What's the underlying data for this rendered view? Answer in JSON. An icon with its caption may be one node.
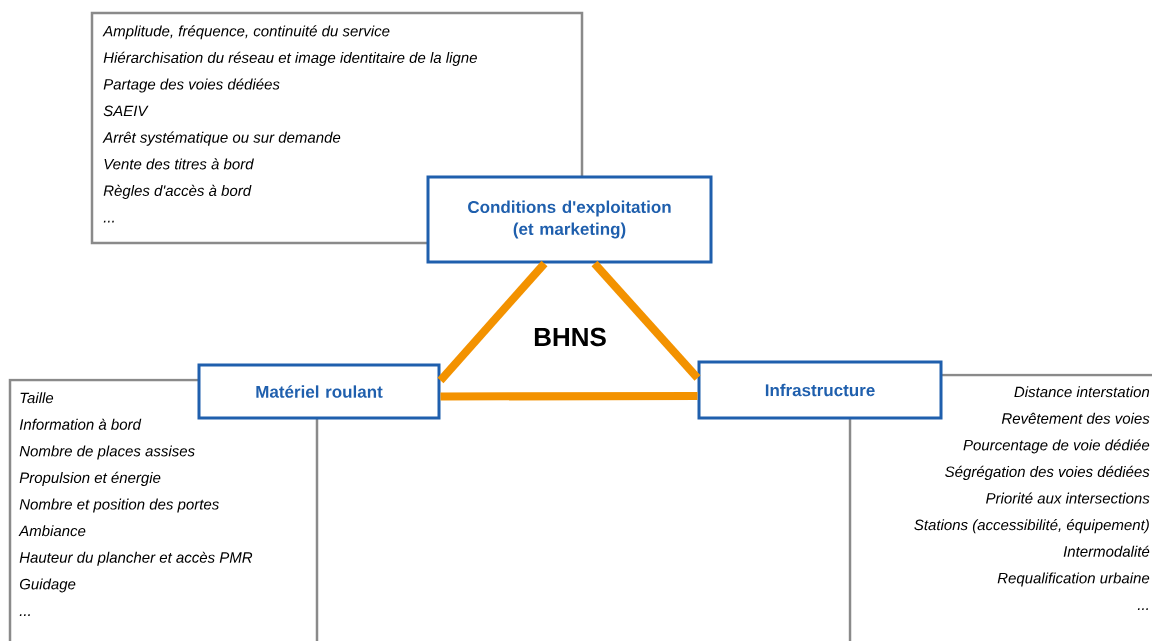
{
  "diagram": {
    "nodes": [
      {
        "text": [
          "Amplitude, fréquence, continuité du service",
          "Hiérarchisation du réseau et image identitaire de la ligne",
          "Partage des voies dédiées",
          "SAEIV",
          "Arrêt systématique ou sur demande",
          "Vente des titres à bord",
          "Règles d'accès à bord",
          "..."
        ]
      },
      {
        "text": [
          "Conditions d'exploitation (et marketing)"
        ]
      },
      {
        "text": [
          "Taille",
          "Information à bord",
          "Nombre de places assises",
          "Propulsion et énergie",
          "Nombre et position des portes",
          "Ambiance",
          "Hauteur du plancher et accès PMR",
          "Guidage",
          "..."
        ]
      },
      {
        "text": [
          "Matériel roulant"
        ]
      },
      {
        "text": [
          "Infrastructure"
        ]
      },
      {
        "text": [
          "Distance interstation",
          "Revêtement des voies",
          "Pourcentage de voie dédiée",
          "Ségrégation des voies dédiées",
          "Priorité aux intersections",
          "Stations (accessibilité, équipement)",
          "Intermodalité",
          "Requalification urbaine",
          "..."
        ]
      }
    ],
    "edges": [
      {
        "from": 1,
        "to": 3,
        "arrow": "none"
      },
      {
        "from": 3,
        "to": 4,
        "arrow": "none"
      },
      {
        "from": 1,
        "to": 4,
        "arrow": "none"
      }
    ],
    "labels": [
      "BHNS"
    ]
  }
}
